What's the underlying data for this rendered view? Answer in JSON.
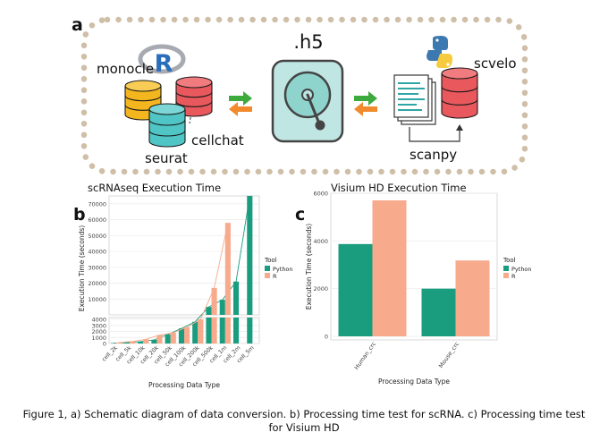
{
  "panel_a": {
    "label": "a",
    "tools": {
      "monocle": "monocle",
      "cellchat": "cellchat",
      "seurat": "seurat",
      "scvelo": "scvelo",
      "scanpy": "scanpy"
    },
    "format_label": ".h5",
    "r_logo_letter": "R",
    "icons": [
      "r-logo-icon",
      "python-logo-icon",
      "hard-disk-icon",
      "database-icon",
      "document-stack-icon",
      "arrow-right-icon",
      "arrow-left-icon"
    ],
    "colors": {
      "yellow": "#F4B61E",
      "red": "#E8585C",
      "teal": "#4FC5C5",
      "green_arrow": "#3DAA3D",
      "orange_arrow": "#F08A2C",
      "border": "#CFBFA8"
    }
  },
  "panel_b": {
    "label": "b"
  },
  "panel_c": {
    "label": "c"
  },
  "chart_data": [
    {
      "type": "bar",
      "title": "scRNAseq Execution Time",
      "xlabel": "Processing Data Type",
      "ylabel": "Execution Time (seconds)",
      "categories": [
        "cell_2k",
        "cell_5k",
        "cell_10k",
        "cell_20k",
        "cell_50k",
        "cell_100k",
        "cell_200k",
        "cell_500k",
        "cell_1m",
        "cell_2m",
        "cell_5m"
      ],
      "series": [
        {
          "name": "Python",
          "color": "#1A9C7F",
          "values": [
            60,
            150,
            300,
            600,
            1500,
            2500,
            3600,
            5000,
            9500,
            21000,
            75000
          ]
        },
        {
          "name": "R",
          "color": "#F7AA8C",
          "values": [
            150,
            350,
            700,
            1400,
            1800,
            2700,
            4000,
            17000,
            58000,
            null,
            null
          ]
        }
      ],
      "yticks_top": [
        "10000",
        "20000",
        "30000",
        "40000",
        "50000",
        "60000",
        "70000"
      ],
      "yticks_bottom": [
        "0",
        "1000",
        "2000",
        "3000",
        "4000"
      ],
      "legend": {
        "title": "Tool",
        "placement": "right"
      }
    },
    {
      "type": "bar",
      "title": "Visium HD Execution Time",
      "xlabel": "Processing Data Type",
      "ylabel": "Execution Time (seconds)",
      "categories": [
        "Human_crc",
        "Mouse_crc"
      ],
      "ylim": [
        0,
        6000
      ],
      "yticks": [
        "0",
        "2000",
        "4000",
        "6000"
      ],
      "series": [
        {
          "name": "Python",
          "color": "#1A9C7F",
          "values": [
            3870,
            2000
          ]
        },
        {
          "name": "R",
          "color": "#F7AA8C",
          "values": [
            5700,
            3180
          ]
        }
      ],
      "legend": {
        "title": "Tool",
        "placement": "right"
      }
    }
  ],
  "caption": "Figure 1, a) Schematic diagram of data conversion. b) Processing time test for scRNA. c) Processing time test for Visium HD"
}
